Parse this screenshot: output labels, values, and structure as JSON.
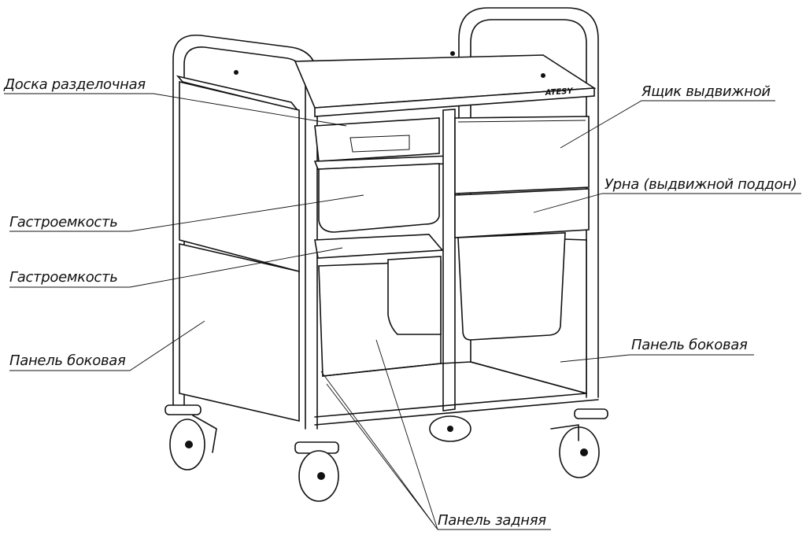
{
  "logo": "ATESY",
  "labels": {
    "cutting_board": "Доска разделочная",
    "gastro_upper": "Гастроемкость",
    "gastro_lower": "Гастроемкость",
    "side_panel_left": "Панель боковая",
    "drawer": "Ящик выдвижной",
    "bin": "Урна (выдвижной поддон)",
    "side_panel_right": "Панель боковая",
    "rear_panel": "Панель задняя"
  }
}
